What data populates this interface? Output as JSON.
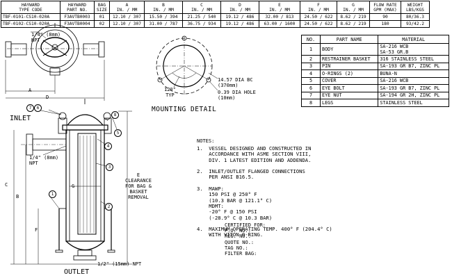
{
  "dims_table": {
    "headers": {
      "type_code": "HAYWARD\nTYPE CODE",
      "part_no": "HAYWARD\nPART NO.",
      "bag_size": "BAG\nSIZE",
      "a": "A\nIN. / MM",
      "b": "B\nIN. / MM",
      "c": "C\nIN. / MM",
      "d": "D\nIN. / MM",
      "e": "E\nIN. / MM",
      "f": "F\nIN. / MM",
      "g": "G\nIN. / MM",
      "flow": "FLOW RATE\nGPM (MAX)",
      "weight": "WEIGHT\nLBS/KGS"
    },
    "rows": [
      [
        "TBF-0101-CS10-020A",
        "F3AVTB0003",
        "01",
        "12.10 / 307",
        "15.50 / 394",
        "21.25 / 540",
        "19.12 / 486",
        "32.00 / 813",
        "24.50 / 622",
        "8.62 / 219",
        "90",
        "80/36.3"
      ],
      [
        "TBF-0102-CS10-020A",
        "F3AVTB0004",
        "02",
        "12.10 / 307",
        "31.00 / 787",
        "36.75 / 934",
        "19.12 / 486",
        "63.00 / 1600",
        "24.50 / 622",
        "8.62 / 219",
        "180",
        "93/42.2"
      ]
    ]
  },
  "parts_table": {
    "headers": {
      "no": "NO.",
      "name": "PART NAME",
      "material": "MATERIAL"
    },
    "rows": [
      {
        "no": "1",
        "name": "BODY",
        "material": "SA-216 WCB\nSA-53 GR.B"
      },
      {
        "no": "2",
        "name": "RESTRAINER BASKET",
        "material": "316 STAINLESS STEEL"
      },
      {
        "no": "3",
        "name": "PIN",
        "material": "SA-193 GR B7, ZINC PL"
      },
      {
        "no": "4",
        "name": "O-RINGS (2)",
        "material": "BUNA-N"
      },
      {
        "no": "5",
        "name": "COVER",
        "material": "SA-216 WCB"
      },
      {
        "no": "6",
        "name": "EYE BOLT",
        "material": "SA-193 GR B7, ZINC PL"
      },
      {
        "no": "7",
        "name": "EYE NUT",
        "material": "SA-194 GR 2H, ZINC PL"
      },
      {
        "no": "8",
        "name": "LEGS",
        "material": "STAINLESS STEEL"
      }
    ]
  },
  "top_view": {
    "npt_label": "1/4\" (8mm)\nNPT",
    "dim_a": "A",
    "dim_d": "D"
  },
  "mounting": {
    "title": "MOUNTING DETAIL",
    "bc_label": "14.57 DIA BC\n(370mm)",
    "hole_label": "0.39 DIA HOLE\n(10mm)",
    "angle_label": "120°\nTYP"
  },
  "side_view": {
    "inlet": "INLET",
    "outlet": "OUTLET",
    "vent_npt": "1/4\" (8mm)\nNPT",
    "drain_npt": "1/2\" (15mm) NPT",
    "clearance": "E\nCLEARANCE\nFOR BAG &\nBASKET\nREMOVAL",
    "dim_c": "C",
    "dim_b": "B",
    "dim_f": "F",
    "dim_g": "G",
    "callouts": [
      "7",
      "6",
      "5",
      "4",
      "3",
      "2",
      "1",
      "8"
    ]
  },
  "notes": {
    "heading": "NOTES:",
    "text": "1.  VESSEL DESIGNED AND CONSTRUCTED IN\n    ACCORDANCE WITH ASME SECTION VIII,\n    DIV. 1 LATEST EDITION AND ADDENDA.\n\n2.  INLET/OUTLET FLANGED CONNECTIONS\n    PER ANSI B16.5.\n\n3.  MAWP:\n    150 PSI @ 250° F\n    (10.3 BAR @ 121.1° C)\n    MDMT:\n    -20° F @ 150 PSI\n    (-28.9° C @ 10.3 BAR)\n\n4.  MAXIMUM OPERATING TEMP. 400° F (204.4° C)\n    WITH VITON O-RING.",
    "certified": "CERTIFIED FOR:\nP.O. NO.:\nREG. NO.:\nQUOTE NO.:\nTAG NO.:\nFILTER BAG:"
  }
}
